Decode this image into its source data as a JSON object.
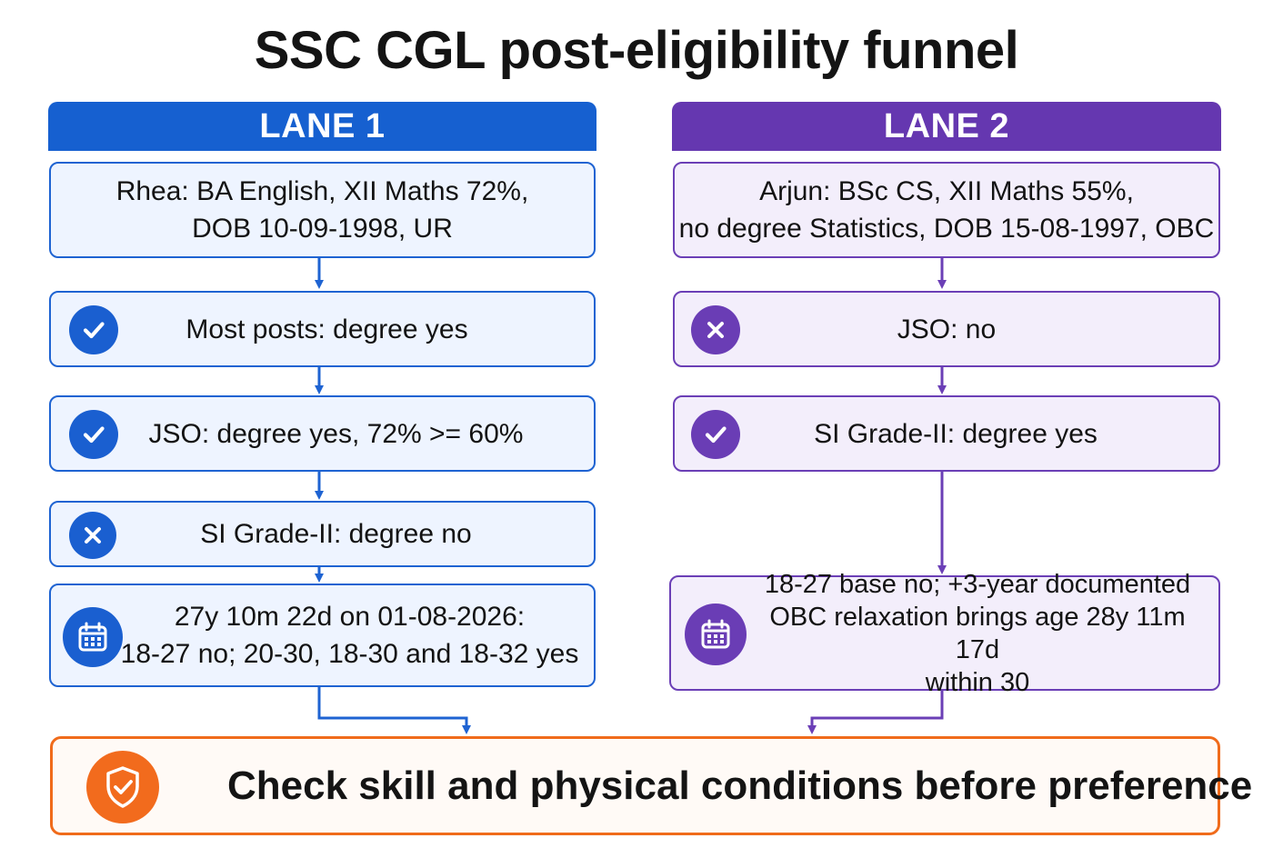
{
  "title": "SSC CGL post-eligibility funnel",
  "colors": {
    "lane1": "#1660d0",
    "lane2": "#6537b0",
    "final": "#f26b1d"
  },
  "lane1": {
    "header": "LANE 1",
    "profile": [
      "Rhea: BA English, XII Maths 72%,",
      "DOB 10-09-1998, UR"
    ],
    "steps": [
      {
        "icon": "check-icon",
        "text": "Most posts: degree yes"
      },
      {
        "icon": "check-icon",
        "text": "JSO: degree yes, 72% >= 60%"
      },
      {
        "icon": "cross-icon",
        "text": "SI Grade-II: degree no"
      }
    ],
    "age": {
      "icon": "calendar-icon",
      "lines": [
        "27y 10m 22d on 01-08-2026:",
        "18-27 no; 20-30, 18-30 and 18-32 yes"
      ]
    }
  },
  "lane2": {
    "header": "LANE 2",
    "profile": [
      "Arjun: BSc CS, XII Maths 55%,",
      "no degree Statistics, DOB 15-08-1997, OBC"
    ],
    "steps": [
      {
        "icon": "cross-icon",
        "text": "JSO: no"
      },
      {
        "icon": "check-icon",
        "text": "SI Grade-II: degree yes"
      }
    ],
    "age": {
      "icon": "calendar-icon",
      "lines": [
        "18-27 base no; +3-year documented",
        "OBC relaxation brings age 28y 11m 17d",
        "within 30"
      ]
    }
  },
  "final": {
    "icon": "shield-check-icon",
    "text": "Check skill and physical conditions before preference"
  }
}
